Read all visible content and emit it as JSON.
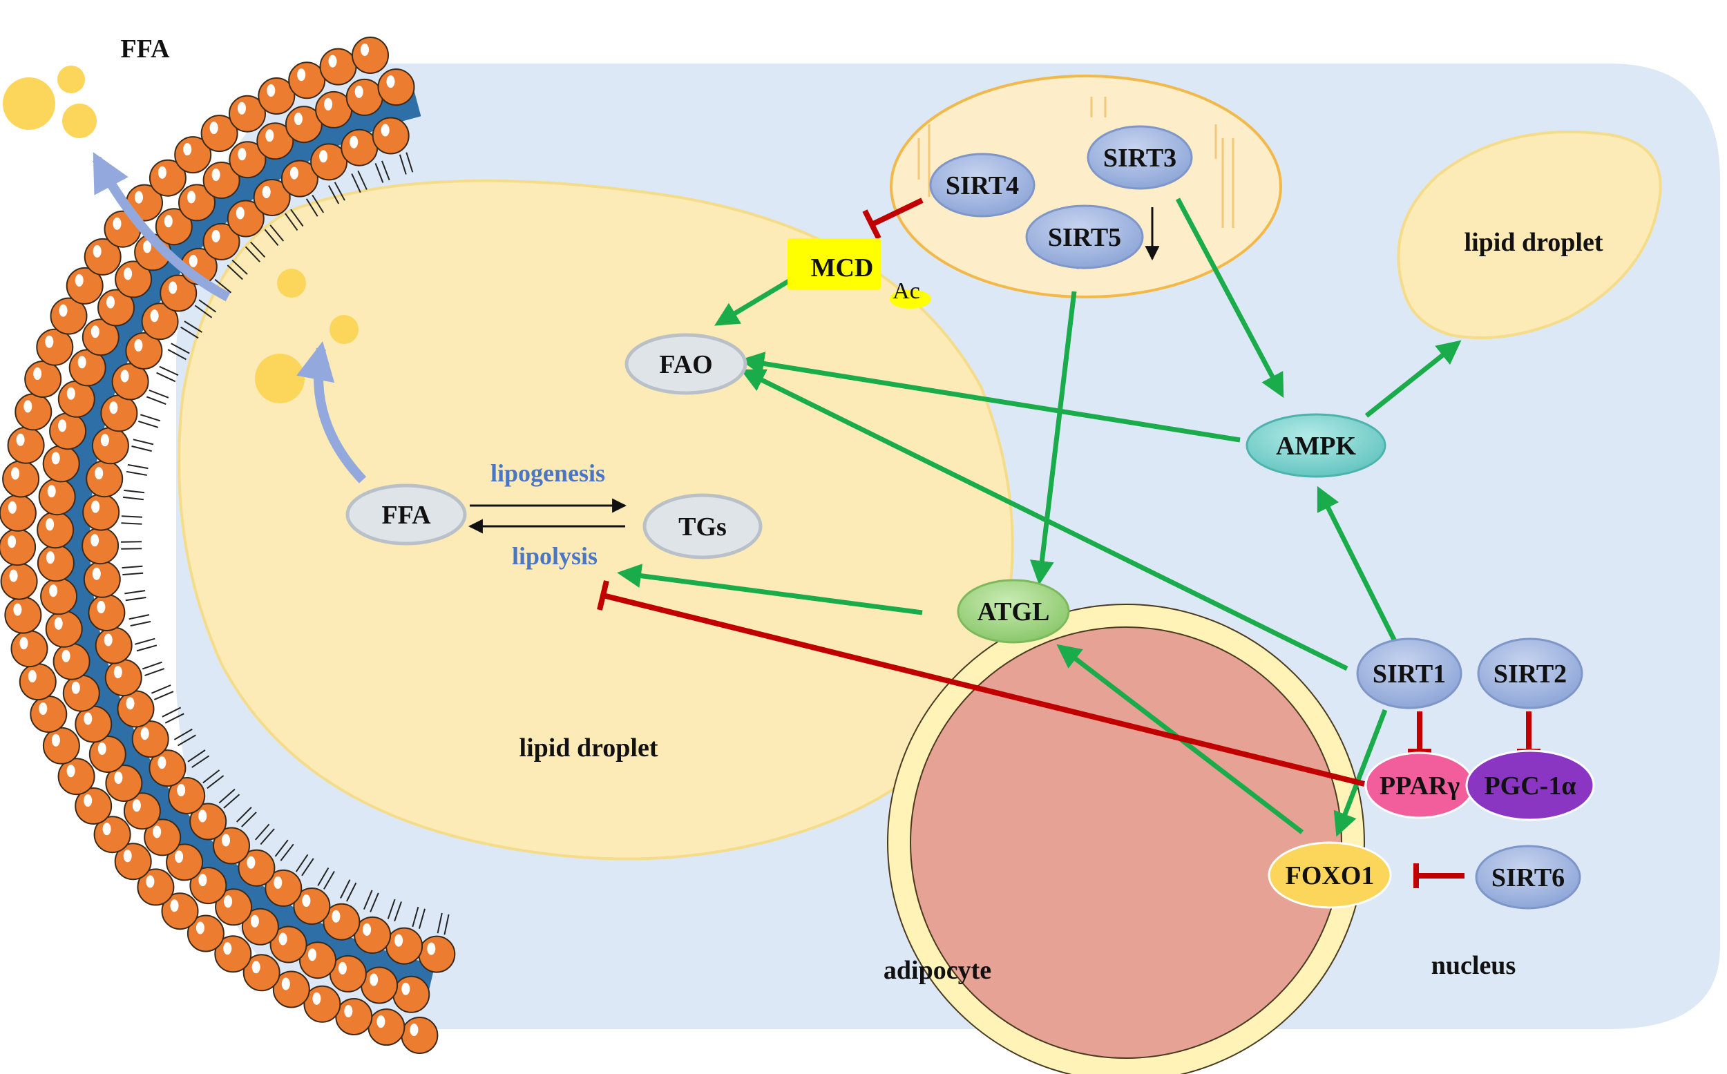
{
  "colors": {
    "cytoplasm": "#dce8f5",
    "lipid_droplet": "#fcebb6",
    "lipid_droplet_stroke": "#f5dc8a",
    "membrane_head": "#ec7c2f",
    "membrane_core": "#2f6fa8",
    "ffa_dot": "#fcd55b",
    "mito_fill": "#fdedc8",
    "mito_stroke": "#f2b94a",
    "sirt_fill": "#95acd9",
    "nucleus_fill": "#e6a294",
    "nucleus_ring": "#fff3b8",
    "ampk_fill": "#7fd0cc",
    "atgl_fill": "#9ed07f",
    "pparg_fill": "#f25e9b",
    "pgc_fill": "#8b35c3",
    "foxo1_fill": "#fcd55b",
    "mcd_fill": "#ffff00",
    "grey_node": "#dfe4e9",
    "activation_arrow": "#1aab4b",
    "inhibition": "#c00000",
    "transport_arrow": "#93a9de"
  },
  "labels": {
    "ffa_outside": "FFA",
    "adipocyte": "adipocyte",
    "lipid_droplet_main": "lipid droplet",
    "lipid_droplet_small": "lipid droplet",
    "nucleus": "nucleus",
    "lipogenesis": "lipogenesis",
    "lipolysis": "lipolysis",
    "ac": "Ac"
  },
  "nodes": {
    "ffa": "FFA",
    "tgs": "TGs",
    "fao": "FAO",
    "mcd": "MCD",
    "atgl": "ATGL",
    "ampk": "AMPK",
    "sirt1": "SIRT1",
    "sirt2": "SIRT2",
    "sirt3": "SIRT3",
    "sirt4": "SIRT4",
    "sirt5": "SIRT5",
    "sirt6": "SIRT6",
    "pparg": "PPARγ",
    "pgc1a": "PGC-1α",
    "foxo1": "FOXO1"
  }
}
